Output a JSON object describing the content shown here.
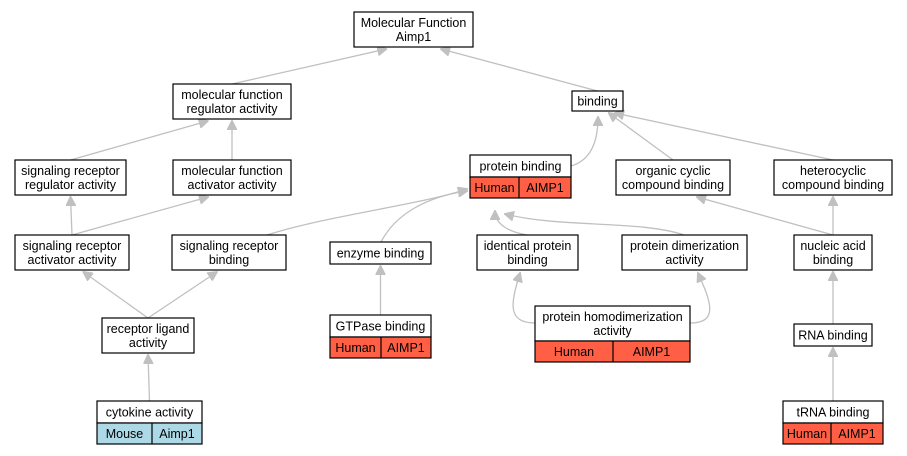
{
  "colors": {
    "human": "#ff5f45",
    "mouse": "#add8e6",
    "edge": "#c0c0c0",
    "node_border": "#000000",
    "node_fill": "#ffffff"
  },
  "nodes": [
    {
      "id": "root",
      "lines": [
        "Molecular Function",
        "Aimp1"
      ]
    },
    {
      "id": "mfreg",
      "lines": [
        "molecular function",
        "regulator activity"
      ]
    },
    {
      "id": "binding",
      "lines": [
        "binding"
      ]
    },
    {
      "id": "sigregact",
      "lines": [
        "signaling receptor",
        "regulator activity"
      ]
    },
    {
      "id": "mfact",
      "lines": [
        "molecular function",
        "activator activity"
      ]
    },
    {
      "id": "protbind",
      "lines": [
        "protein binding"
      ],
      "annotation": {
        "species": "Human",
        "gene": "AIMP1"
      }
    },
    {
      "id": "orgcyc",
      "lines": [
        "organic cyclic",
        "compound binding"
      ]
    },
    {
      "id": "hetcyc",
      "lines": [
        "heterocyclic",
        "compound binding"
      ]
    },
    {
      "id": "sigactact",
      "lines": [
        "signaling receptor",
        "activator activity"
      ]
    },
    {
      "id": "sigbind",
      "lines": [
        "signaling receptor",
        "binding"
      ]
    },
    {
      "id": "enzbind",
      "lines": [
        "enzyme binding"
      ]
    },
    {
      "id": "identprot",
      "lines": [
        "identical protein",
        "binding"
      ]
    },
    {
      "id": "protdimer",
      "lines": [
        "protein dimerization",
        "activity"
      ]
    },
    {
      "id": "nucbind",
      "lines": [
        "nucleic acid",
        "binding"
      ]
    },
    {
      "id": "recligand",
      "lines": [
        "receptor ligand",
        "activity"
      ]
    },
    {
      "id": "gtpase",
      "lines": [
        "GTPase binding"
      ],
      "annotation": {
        "species": "Human",
        "gene": "AIMP1"
      }
    },
    {
      "id": "homodimer",
      "lines": [
        "protein homodimerization",
        "activity"
      ],
      "annotation": {
        "species": "Human",
        "gene": "AIMP1"
      }
    },
    {
      "id": "rnabind",
      "lines": [
        "RNA binding"
      ]
    },
    {
      "id": "cytokine",
      "lines": [
        "cytokine activity"
      ],
      "annotation": {
        "species": "Mouse",
        "gene": "Aimp1"
      }
    },
    {
      "id": "trna",
      "lines": [
        "tRNA binding"
      ],
      "annotation": {
        "species": "Human",
        "gene": "AIMP1"
      }
    }
  ],
  "edges": [
    {
      "from": "mfreg",
      "to": "root"
    },
    {
      "from": "binding",
      "to": "root"
    },
    {
      "from": "sigregact",
      "to": "mfreg"
    },
    {
      "from": "mfact",
      "to": "mfreg"
    },
    {
      "from": "protbind",
      "to": "binding"
    },
    {
      "from": "orgcyc",
      "to": "binding"
    },
    {
      "from": "hetcyc",
      "to": "binding"
    },
    {
      "from": "sigactact",
      "to": "sigregact"
    },
    {
      "from": "sigactact",
      "to": "mfact"
    },
    {
      "from": "sigbind",
      "to": "protbind"
    },
    {
      "from": "enzbind",
      "to": "protbind"
    },
    {
      "from": "identprot",
      "to": "protbind"
    },
    {
      "from": "protdimer",
      "to": "protbind"
    },
    {
      "from": "nucbind",
      "to": "orgcyc"
    },
    {
      "from": "nucbind",
      "to": "hetcyc"
    },
    {
      "from": "recligand",
      "to": "sigactact"
    },
    {
      "from": "recligand",
      "to": "sigbind"
    },
    {
      "from": "gtpase",
      "to": "enzbind"
    },
    {
      "from": "homodimer",
      "to": "identprot"
    },
    {
      "from": "homodimer",
      "to": "protdimer"
    },
    {
      "from": "rnabind",
      "to": "nucbind"
    },
    {
      "from": "cytokine",
      "to": "recligand"
    },
    {
      "from": "trna",
      "to": "rnabind"
    }
  ]
}
